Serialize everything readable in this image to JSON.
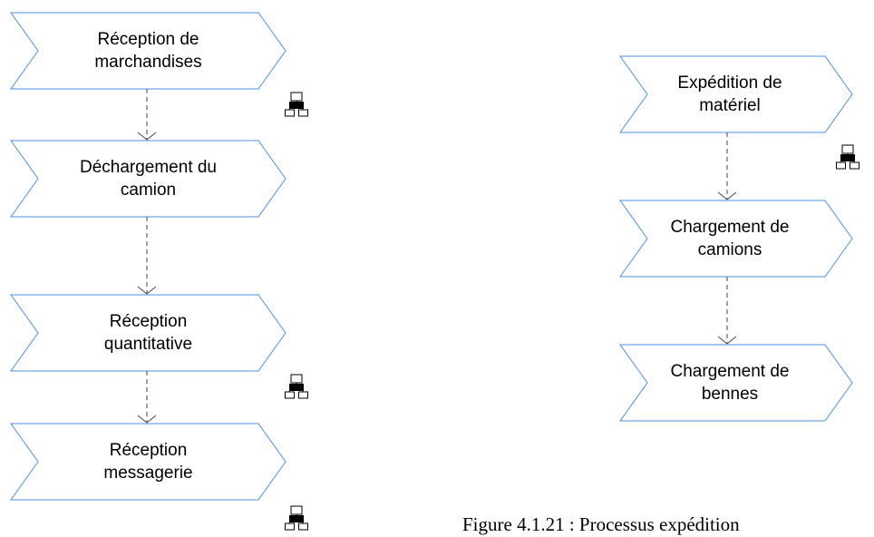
{
  "left_process": {
    "steps": [
      {
        "line1": "Réception de",
        "line2": "marchandises"
      },
      {
        "line1": "Déchargement du",
        "line2": "camion"
      },
      {
        "line1": "Réception",
        "line2": "quantitative"
      },
      {
        "line1": "Réception",
        "line2": "messagerie"
      }
    ]
  },
  "right_process": {
    "steps": [
      {
        "line1": "Expédition de",
        "line2": "matériel"
      },
      {
        "line1": "Chargement de",
        "line2": "camions"
      },
      {
        "line1": "Chargement de",
        "line2": "bennes"
      }
    ]
  },
  "caption": "Figure 4.1.21 : Processus expédition",
  "colors": {
    "shape_stroke": "#4a90e2",
    "connector": "#444444",
    "icon": "#000000"
  },
  "icons": [
    "org-hierarchy-icon"
  ]
}
